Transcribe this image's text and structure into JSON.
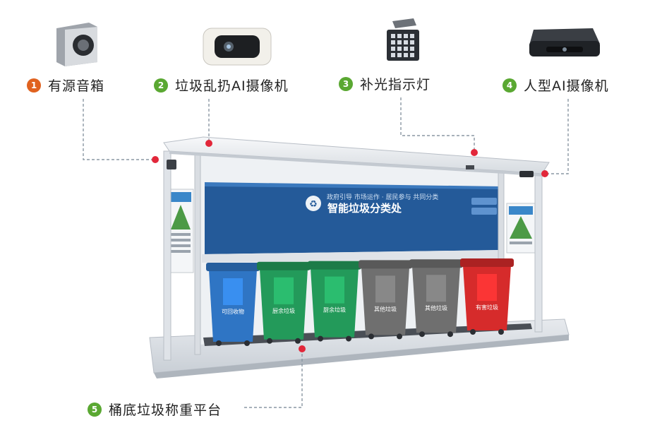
{
  "components": [
    {
      "number": "1",
      "label": "有源音箱",
      "icon": "speaker-icon"
    },
    {
      "number": "2",
      "label": "垃圾乱扔AI摄像机",
      "icon": "camera-icon"
    },
    {
      "number": "3",
      "label": "补光指示灯",
      "icon": "light-icon"
    },
    {
      "number": "4",
      "label": "人型AI摄像机",
      "icon": "ai-camera-icon"
    },
    {
      "number": "5",
      "label": "桶底垃圾称重平台",
      "icon": "weighing-platform"
    }
  ],
  "banner": {
    "title": "智能垃圾分类处",
    "subtitle": "政府引导 市场运作 · 居民参与 共同分类"
  },
  "bins": [
    {
      "label": "可回收物",
      "color": "#2f75c4"
    },
    {
      "label": "厨余垃圾",
      "color": "#239a5a"
    },
    {
      "label": "厨余垃圾",
      "color": "#239a5a"
    },
    {
      "label": "其他垃圾",
      "color": "#6f6f6f"
    },
    {
      "label": "其他垃圾",
      "color": "#6f6f6f"
    },
    {
      "label": "有害垃圾",
      "color": "#d62b2b"
    }
  ],
  "colors": {
    "badge_first": "#e0621f",
    "badge_other": "#5aa832",
    "callout_dot": "#e2273a",
    "banner_blue": "#245a99"
  }
}
